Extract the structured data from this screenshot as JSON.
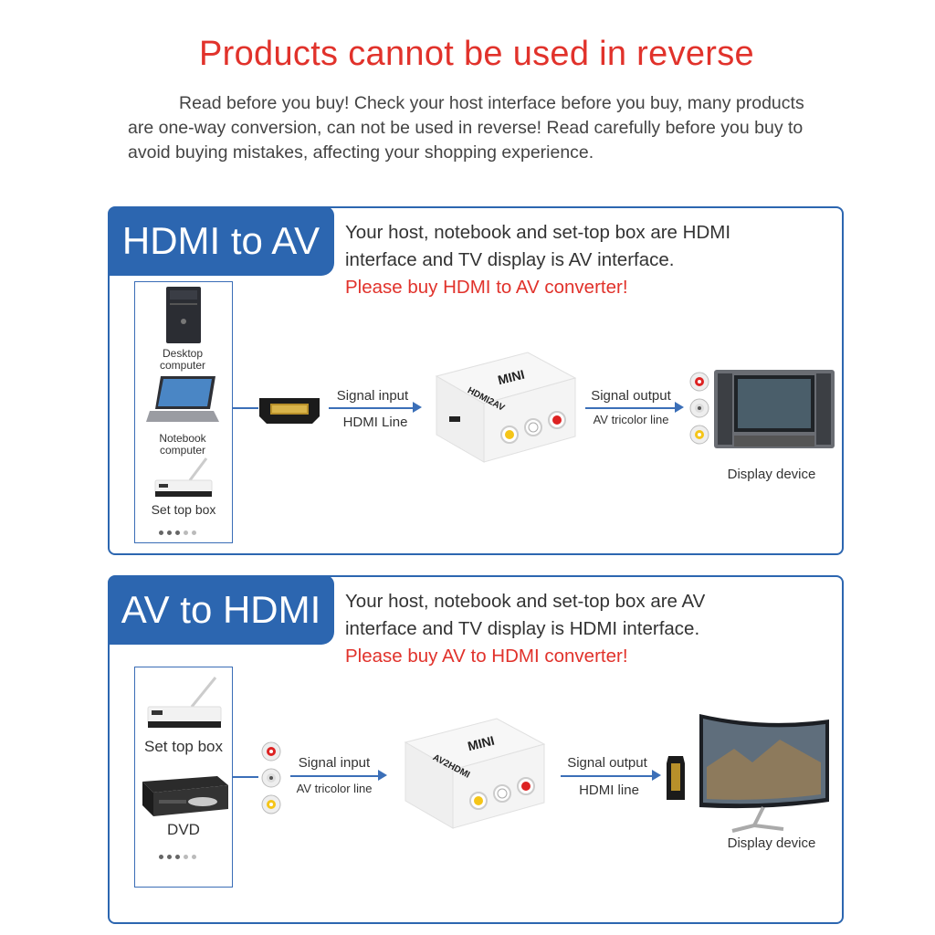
{
  "header": {
    "title": "Products cannot be used in reverse",
    "intro": "Read before you buy! Check your host interface before you buy, many products are one-way conversion, can not be used in reverse! Read carefully before you buy to avoid buying mistakes, affecting your shopping experience."
  },
  "panels": [
    {
      "tab": "HDMI to AV",
      "desc_line1": "Your host, notebook and set-top box are HDMI",
      "desc_line2": "interface and TV display is AV interface.",
      "warning": "Please buy HDMI to AV converter!",
      "sources": [
        "Desktop computer",
        "Notebook computer",
        "Set top box"
      ],
      "input_label": "Signal input",
      "input_line": "HDMI Line",
      "device_text": "MINI",
      "device_model": "HDMI2AV",
      "output_label": "Signal output",
      "output_line": "AV tricolor line",
      "display_label": "Display device"
    },
    {
      "tab": "AV to HDMI",
      "desc_line1": "Your host, notebook and set-top box are AV",
      "desc_line2": "interface and TV display is HDMI interface.",
      "warning": "Please buy AV to HDMI converter!",
      "sources": [
        "Set top box",
        "DVD"
      ],
      "input_label": "Signal input",
      "input_line": "AV tricolor line",
      "device_text": "MINI",
      "device_model": "AV2HDMI",
      "output_label": "Signal output",
      "output_line": "HDMI line",
      "display_label": "Display device"
    }
  ],
  "colors": {
    "accent_blue": "#2c66b0",
    "warning_red": "#e1322b"
  }
}
